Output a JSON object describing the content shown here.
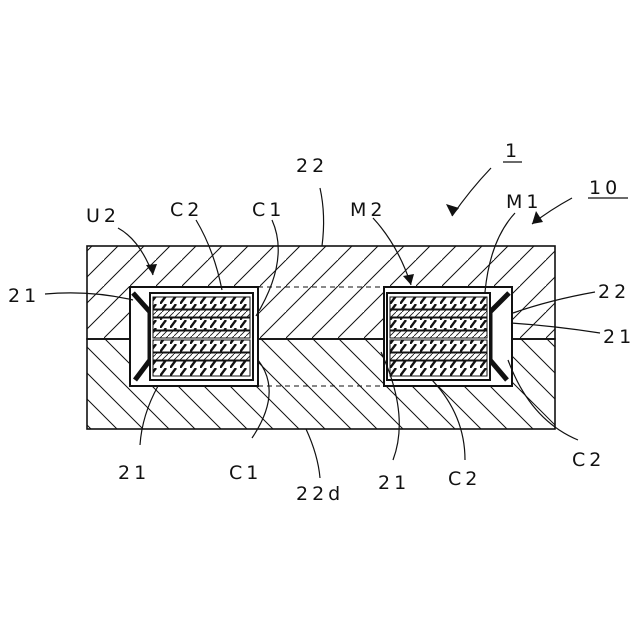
{
  "labels": {
    "device_ref": "1",
    "assembly_ref": "10",
    "top_layer": "22",
    "u2": "U2",
    "c2_top": "C2",
    "c1_top": "C1",
    "m2": "M2",
    "m1": "M1",
    "left_21": "21",
    "right_22": "22",
    "right_21": "21",
    "bottom_21_left": "21",
    "bottom_c1": "C1",
    "bottom_22d": "22d",
    "bottom_21_mid": "21",
    "bottom_c2_mid": "C2",
    "bottom_c2_right": "C2"
  },
  "colors": {
    "line": "#111111",
    "background": "#ffffff"
  }
}
